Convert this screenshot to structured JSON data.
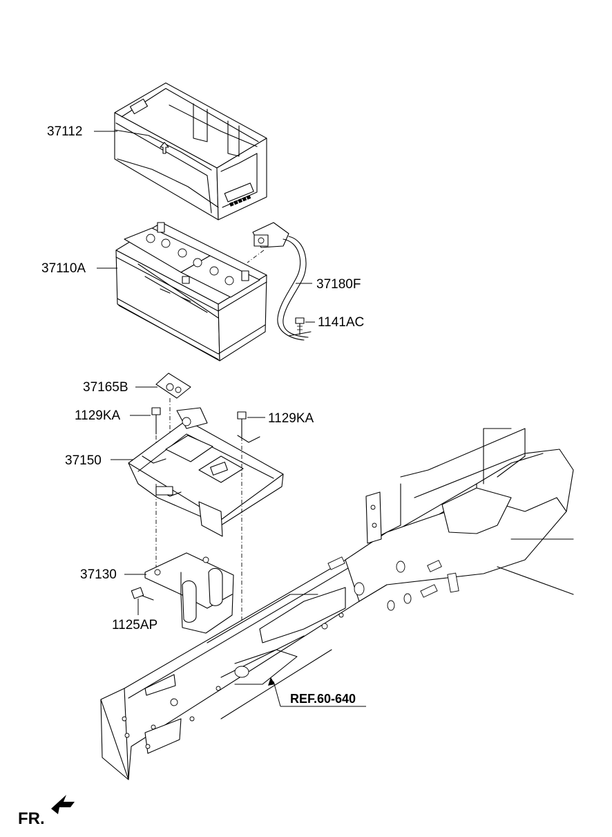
{
  "labels": {
    "p37112": "37112",
    "p37110A": "37110A",
    "p37180F": "37180F",
    "p1141AC": "1141AC",
    "p37165B": "37165B",
    "p1129KA_left": "1129KA",
    "p1129KA_right": "1129KA",
    "p37150": "37150",
    "p37130": "37130",
    "p1125AP": "1125AP",
    "ref": "REF.60-640",
    "front": "FR."
  }
}
